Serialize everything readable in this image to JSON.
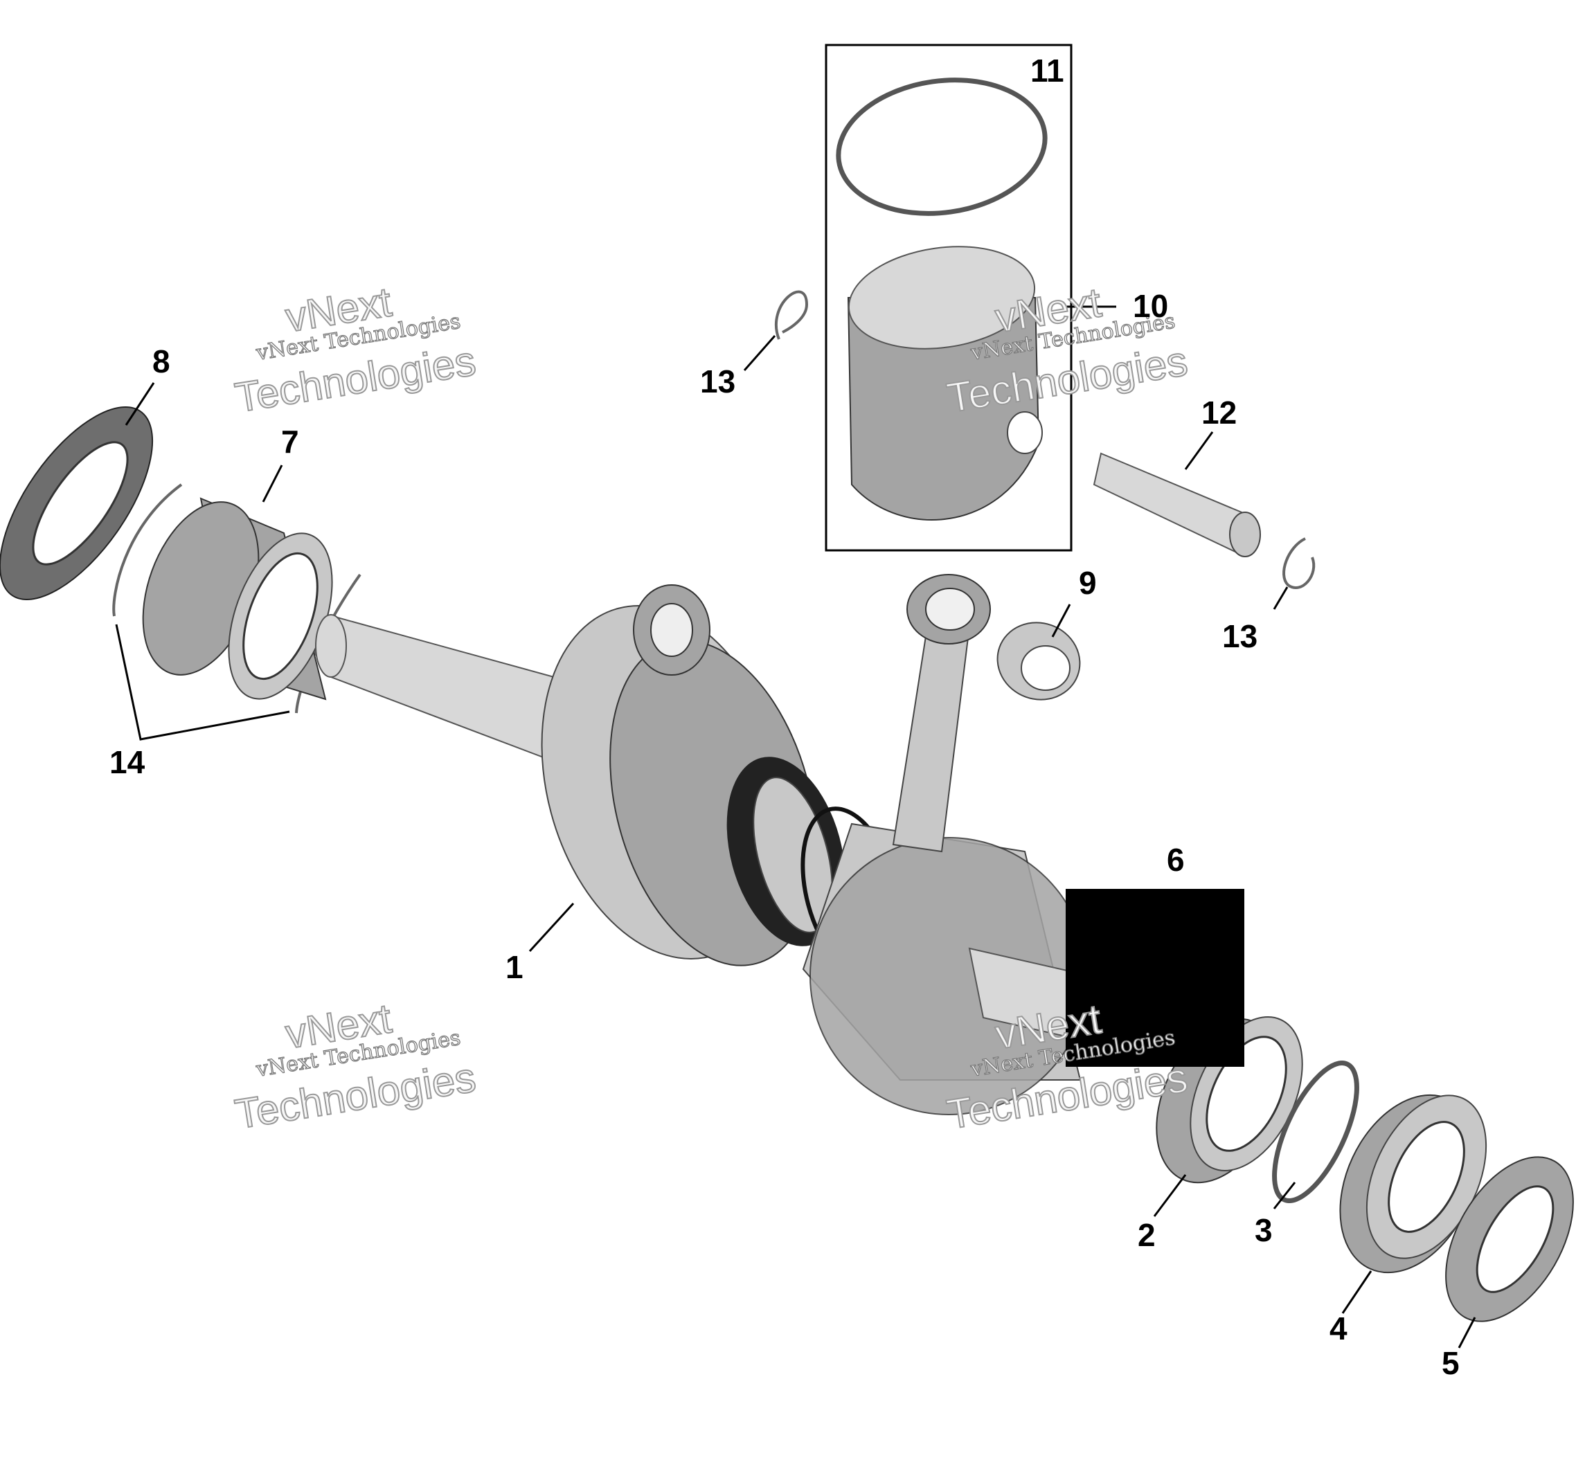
{
  "callouts": {
    "c1": "1",
    "c2": "2",
    "c3": "3",
    "c4": "4",
    "c5": "5",
    "c6": "6",
    "c7": "7",
    "c8": "8",
    "c9": "9",
    "c10": "10",
    "c11": "11",
    "c12": "12",
    "c13a": "13",
    "c13b": "13",
    "c14": "14"
  },
  "watermarks": [
    {
      "top": "vNext",
      "small": "vNext Technologies",
      "big": "Technologies"
    },
    {
      "top": "vNext",
      "small": "vNext Technologies",
      "big": "Technologies"
    },
    {
      "top": "vNext",
      "small": "vNext Technologies",
      "big": "Technologies"
    },
    {
      "top": "vNext",
      "small": "vNext Technologies",
      "big": "Technologies"
    }
  ],
  "colors": {
    "background": "#ffffff",
    "part_gray": "#a4a4a4",
    "redaction": "#000000"
  }
}
